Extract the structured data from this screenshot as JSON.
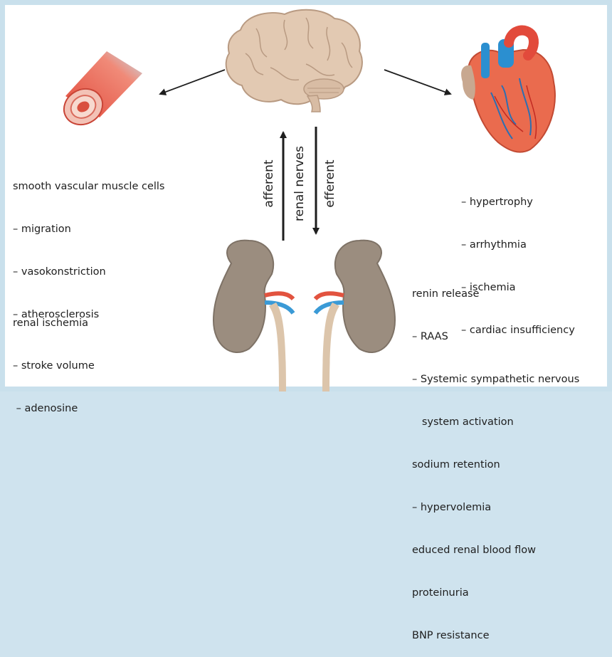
{
  "vessel": {
    "lines": [
      "smooth vascular muscle cells",
      "– migration",
      "– vasokonstriction",
      "– atherosclerosis"
    ]
  },
  "heart": {
    "lines": [
      "– hypertrophy",
      "– arrhythmia",
      "– ischemia",
      "– cardiac insufficiency"
    ]
  },
  "kidney_left": {
    "lines": [
      "renal ischemia",
      "– stroke volume",
      " – adenosine"
    ]
  },
  "kidney_right": {
    "lines": [
      "renin release",
      "– RAAS",
      "– Systemic sympathetic nervous",
      "   system activation",
      "sodium retention",
      "– hypervolemia",
      "educed renal blood flow",
      "proteinuria",
      "BNP resistance"
    ]
  },
  "nerves": {
    "afferent": "afferent",
    "renal_nerves": "renal nerves",
    "efferent": "efferent"
  },
  "icons": [
    "brain-illustration",
    "blood-vessel-illustration",
    "heart-illustration",
    "kidneys-illustration"
  ]
}
